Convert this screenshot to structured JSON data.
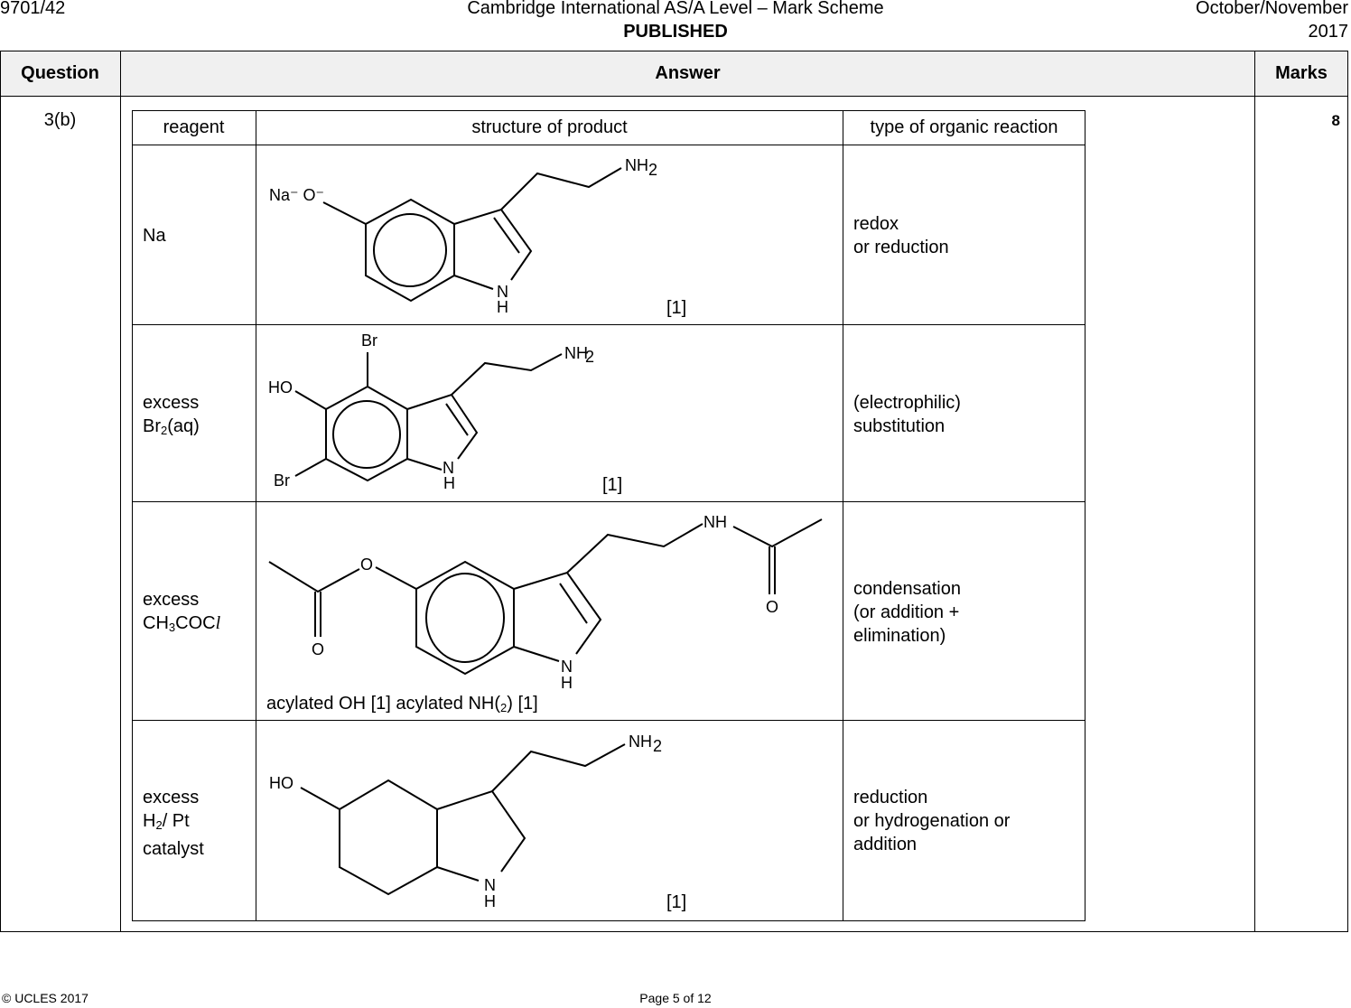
{
  "header": {
    "code": "9701/42",
    "title": "Cambridge International AS/A Level – Mark Scheme",
    "status": "PUBLISHED",
    "session": "October/November",
    "year": "2017"
  },
  "table": {
    "col_question": "Question",
    "col_answer": "Answer",
    "col_marks": "Marks",
    "question": "3(b)",
    "marks": "8"
  },
  "inner": {
    "headers": [
      "reagent",
      "structure of product",
      "type of organic reaction"
    ],
    "rows": [
      {
        "reagent": [
          "Na"
        ],
        "labels": {
          "o": "Na⁻ O⁻",
          "nh2": "NH",
          "sub2": "2",
          "n": "N",
          "h": "H"
        },
        "mark": "[1]",
        "reaction": [
          "redox",
          "or reduction"
        ]
      },
      {
        "reagent": [
          "excess",
          "Br",
          "2",
          "(aq)"
        ],
        "labels": {
          "br1": "Br",
          "br2": "Br",
          "ho": "HO",
          "nh2": "NH",
          "sub2": "2",
          "n": "N",
          "h": "H"
        },
        "mark": "[1]",
        "reaction": [
          "(electrophilic)",
          "substitution"
        ]
      },
      {
        "reagent": [
          "excess",
          "CH",
          "3",
          "COC",
          "l"
        ],
        "labels": {
          "o1": "O",
          "o2": "O",
          "o3": "O",
          "nh": "NH",
          "n": "N",
          "h": "H"
        },
        "caption": [
          "acylated OH [1] acylated NH(",
          "2",
          ") [1]"
        ],
        "reaction": [
          "condensation",
          "(or addition +",
          "elimination)"
        ]
      },
      {
        "reagent": [
          "excess",
          "H",
          "2",
          "/ Pt",
          "catalyst"
        ],
        "labels": {
          "ho": "HO",
          "nh2": "NH",
          "sub2": "2",
          "n": "N",
          "h": "H"
        },
        "mark": "[1]",
        "reaction": [
          "reduction",
          "or hydrogenation or",
          "addition"
        ]
      }
    ]
  },
  "footer": {
    "copyright": "© UCLES 2017",
    "page": "Page 5 of 12"
  }
}
